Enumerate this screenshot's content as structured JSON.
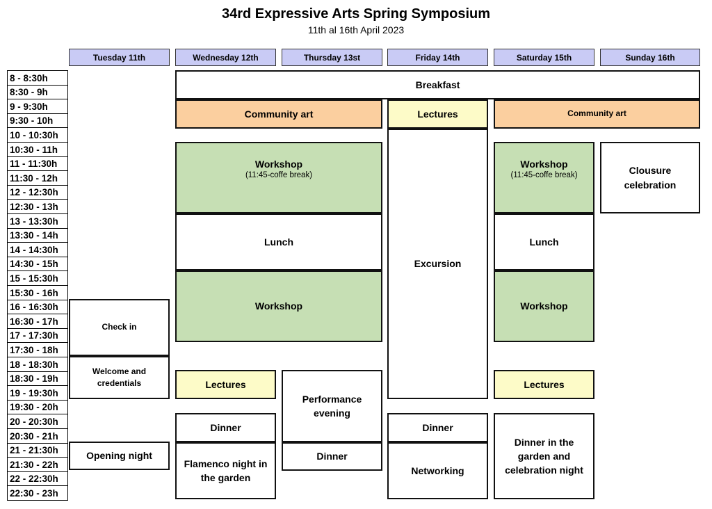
{
  "header": {
    "title": "34rd Expressive Arts Spring Symposium",
    "subtitle": "11th al 16th April 2023"
  },
  "days": [
    "Tuesday 11th",
    "Wednesday 12th",
    "Thursday 13st",
    "Friday 14th",
    "Saturday 15th",
    "Sunday 16th"
  ],
  "time_slots": [
    "8 - 8:30h",
    "8:30 - 9h",
    "9 - 9:30h",
    "9:30 - 10h",
    "10 - 10:30h",
    "10:30 - 11h",
    "11 - 11:30h",
    "11:30 - 12h",
    "12 - 12:30h",
    "12:30 - 13h",
    "13 - 13:30h",
    "13:30 - 14h",
    "14 - 14:30h",
    "14:30 - 15h",
    "15 - 15:30h",
    "15:30 - 16h",
    "16 - 16:30h",
    "16:30 - 17h",
    "17 - 17:30h",
    "17:30 - 18h",
    "18 - 18:30h",
    "18:30 - 19h",
    "19 - 19:30h",
    "19:30 - 20h",
    "20 - 20:30h",
    "20:30 - 21h",
    "21 - 21:30h",
    "21:30 - 22h",
    "22 - 22:30h",
    "22:30 - 23h"
  ],
  "events": {
    "tue_checkin": "Check in",
    "tue_welcome": "Welcome and credentials",
    "tue_opening": "Opening night",
    "breakfast": "Breakfast",
    "wed_thu_community": "Community art",
    "wed_thu_workshop_am": "Workshop",
    "wed_thu_workshop_am_note": "(11:45-coffe break)",
    "wed_thu_lunch": "Lunch",
    "wed_thu_workshop_pm": "Workshop",
    "wed_lectures": "Lectures",
    "wed_dinner": "Dinner",
    "wed_flamenco": "Flamenco night in the garden",
    "thu_performance": "Performance evening",
    "thu_dinner": "Dinner",
    "fri_lectures": "Lectures",
    "fri_excursion": "Excursion",
    "fri_dinner": "Dinner",
    "fri_networking": "Networking",
    "sat_sun_community": "Community art",
    "sat_workshop_am": "Workshop",
    "sat_workshop_am_note": "(11:45-coffe break)",
    "sat_lunch": "Lunch",
    "sat_workshop_pm": "Workshop",
    "sat_lectures": "Lectures",
    "sat_dinner": "Dinner in the garden and celebration night",
    "sun_closure": "Clousure celebration"
  },
  "colors": {
    "day_header": "#c9cbf5",
    "community_art": "#fbcf9f",
    "lectures": "#fdfbc8",
    "workshop": "#c6dfb4"
  }
}
